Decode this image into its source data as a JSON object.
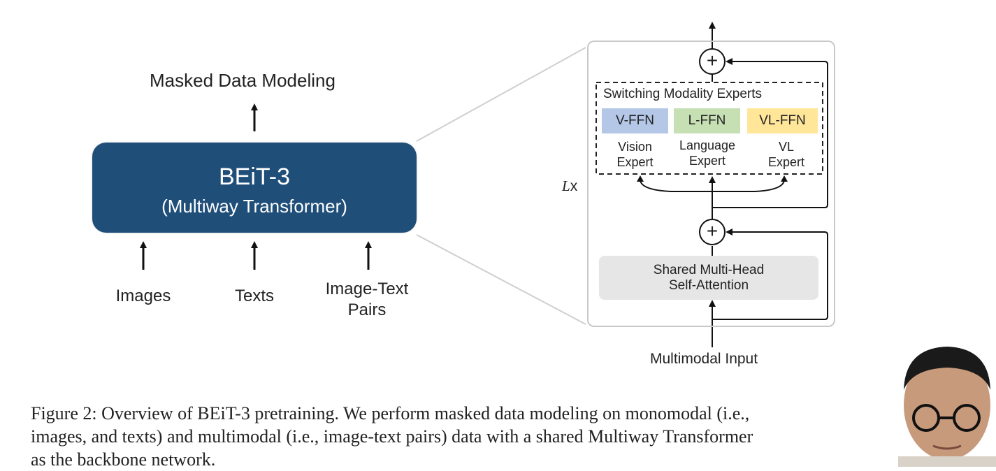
{
  "left_diagram": {
    "output_label": "Masked Data Modeling",
    "core_title": "BEiT-3",
    "core_subtitle": "(Multiway Transformer)",
    "inputs": [
      "Images",
      "Texts",
      "Image-Text",
      "Pairs"
    ]
  },
  "right_diagram": {
    "experts_title": "Switching Modality Experts",
    "experts": [
      {
        "name": "V-FFN",
        "desc_line1": "Vision",
        "desc_line2": "Expert",
        "color": "#b4c7e7"
      },
      {
        "name": "L-FFN",
        "desc_line1": "Language",
        "desc_line2": "Expert",
        "color": "#c6e0b4"
      },
      {
        "name": "VL-FFN",
        "desc_line1": "VL",
        "desc_line2": "Expert",
        "color": "#ffe699"
      }
    ],
    "layers_label_italic": "L",
    "layers_label_x": "x",
    "attention_line1": "Shared Multi-Head",
    "attention_line2": "Self-Attention",
    "input_label": "Multimodal Input",
    "plus": "+"
  },
  "caption": {
    "line1": "Figure 2:  Overview of BEiT-3 pretraining. We perform masked data modeling on monomodal (i.e.,",
    "line2": "images, and texts) and multimodal (i.e., image-text pairs) data with a shared Multiway Transformer",
    "line3": "as the backbone network."
  },
  "colors": {
    "core_box": "#1f4e79",
    "attention_box": "#e6e6e6",
    "panel_border": "#c9c9c9"
  }
}
